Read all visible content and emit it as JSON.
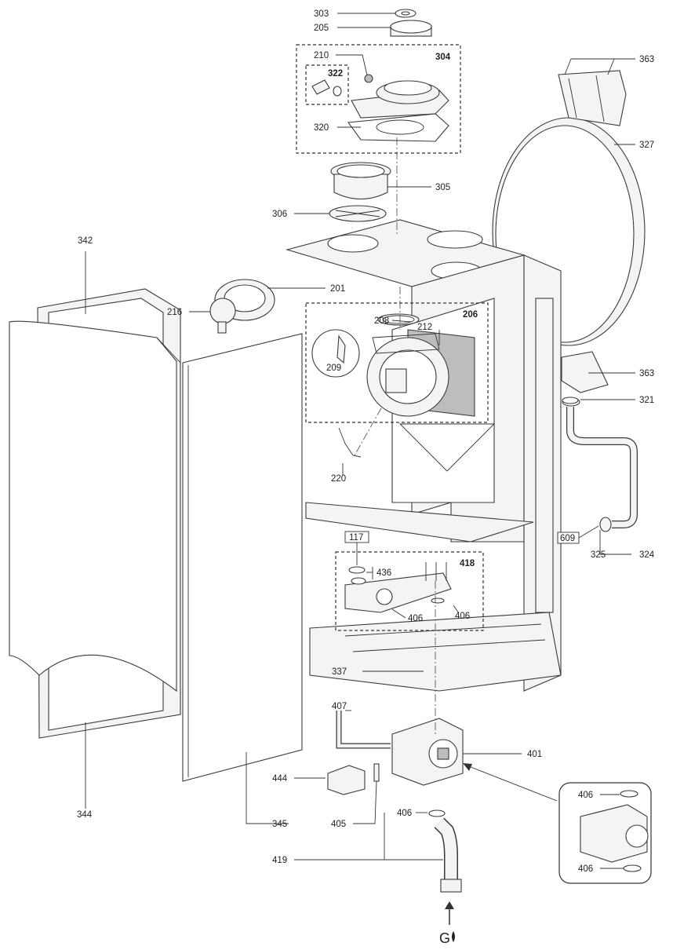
{
  "labels": {
    "p303": "303",
    "p205": "205",
    "p210": "210",
    "p304": "304",
    "p322": "322",
    "p320": "320",
    "p363a": "363",
    "p327": "327",
    "p305": "305",
    "p306": "306",
    "p342": "342",
    "p201": "201",
    "p216": "216",
    "p208": "208",
    "p212": "212",
    "p206": "206",
    "p209": "209",
    "p363b": "363",
    "p321": "321",
    "p220": "220",
    "p117": "117",
    "p436": "436",
    "p418": "418",
    "p609": "609",
    "p325": "325",
    "p324": "324",
    "p406a": "406",
    "p406b": "406",
    "p337": "337",
    "p407": "407",
    "p401": "401",
    "p344": "344",
    "p444": "444",
    "p345": "345",
    "p405": "405",
    "p406c": "406",
    "p406d": "406",
    "p406e": "406",
    "p419": "419",
    "gas": "G"
  },
  "colors": {
    "line": "#333333",
    "shade": "#bdbdbd",
    "panel": "#f4f4f4"
  },
  "icons": {
    "inlet": "arrow-up-icon",
    "gas": "flame-icon"
  }
}
